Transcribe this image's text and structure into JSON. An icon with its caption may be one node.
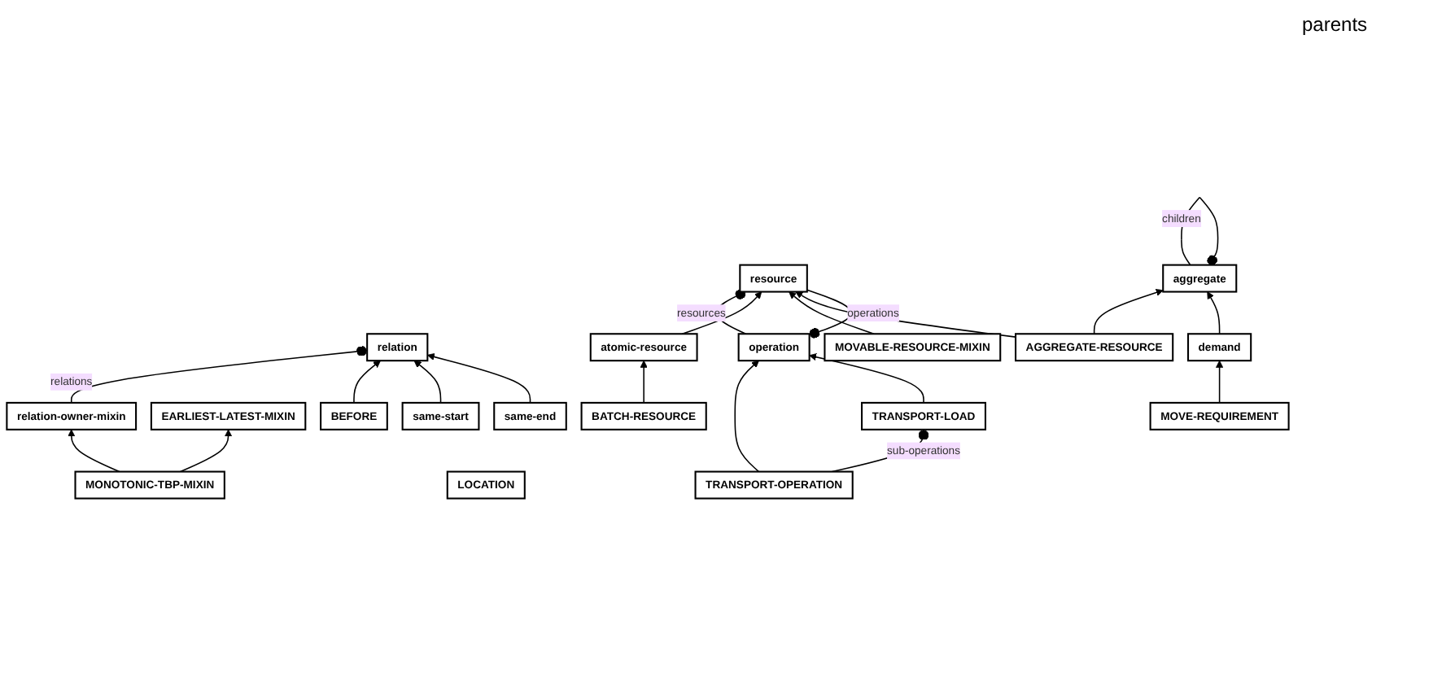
{
  "diagram": {
    "nodes": [
      {
        "text": [
          "relation-owner-mixin"
        ]
      },
      {
        "text": [
          "EARLIEST-LATEST-MIXIN"
        ]
      },
      {
        "text": [
          "MONOTONIC-TBP-MIXIN"
        ]
      },
      {
        "text": [
          "relation"
        ]
      },
      {
        "text": [
          "BEFORE"
        ]
      },
      {
        "text": [
          "same-start"
        ]
      },
      {
        "text": [
          "same-end"
        ]
      },
      {
        "text": [
          "operation"
        ]
      },
      {
        "text": [
          "resource"
        ]
      },
      {
        "text": [
          "aggregate"
        ]
      },
      {
        "text": [
          "LOCATION"
        ]
      },
      {
        "text": [
          "TRANSPORT-OPERATION"
        ]
      },
      {
        "text": [
          "AGGREGATE-RESOURCE"
        ]
      },
      {
        "text": [
          "atomic-resource"
        ]
      },
      {
        "text": [
          "MOVABLE-RESOURCE-MIXIN"
        ]
      },
      {
        "text": [
          "demand"
        ]
      },
      {
        "text": [
          "TRANSPORT-LOAD"
        ]
      },
      {
        "text": [
          "BATCH-RESOURCE"
        ]
      },
      {
        "text": [
          "MOVE-REQUIREMENT"
        ]
      }
    ],
    "edges": [
      {
        "from": 0,
        "to": 3,
        "arrow": "other",
        "label": "relations"
      },
      {
        "from": 2,
        "to": 0,
        "arrow": "to"
      },
      {
        "from": 2,
        "to": 1,
        "arrow": "to"
      },
      {
        "from": 4,
        "to": 3,
        "arrow": "to"
      },
      {
        "from": 5,
        "to": 3,
        "arrow": "to"
      },
      {
        "from": 6,
        "to": 3,
        "arrow": "to"
      },
      {
        "from": 7,
        "to": 8,
        "arrow": "other",
        "label": "resources"
      },
      {
        "from": 8,
        "to": 7,
        "arrow": "other",
        "label": "operations"
      },
      {
        "from": 9,
        "to": 9,
        "arrow": "other",
        "label": "children"
      },
      {
        "from": 11,
        "to": 7,
        "arrow": "to"
      },
      {
        "from": 16,
        "to": 7,
        "arrow": "to"
      },
      {
        "from": 11,
        "to": 16,
        "arrow": "other",
        "label": "sub-operations"
      },
      {
        "from": 13,
        "to": 8,
        "arrow": "to"
      },
      {
        "from": 14,
        "to": 8,
        "arrow": "to"
      },
      {
        "from": 12,
        "to": 8,
        "arrow": "to"
      },
      {
        "from": 12,
        "to": 9,
        "arrow": "to"
      },
      {
        "from": 15,
        "to": 9,
        "arrow": "to"
      },
      {
        "from": 17,
        "to": 13,
        "arrow": "to"
      },
      {
        "from": 18,
        "to": 15,
        "arrow": "to"
      }
    ],
    "labels": [
      "parents"
    ]
  }
}
